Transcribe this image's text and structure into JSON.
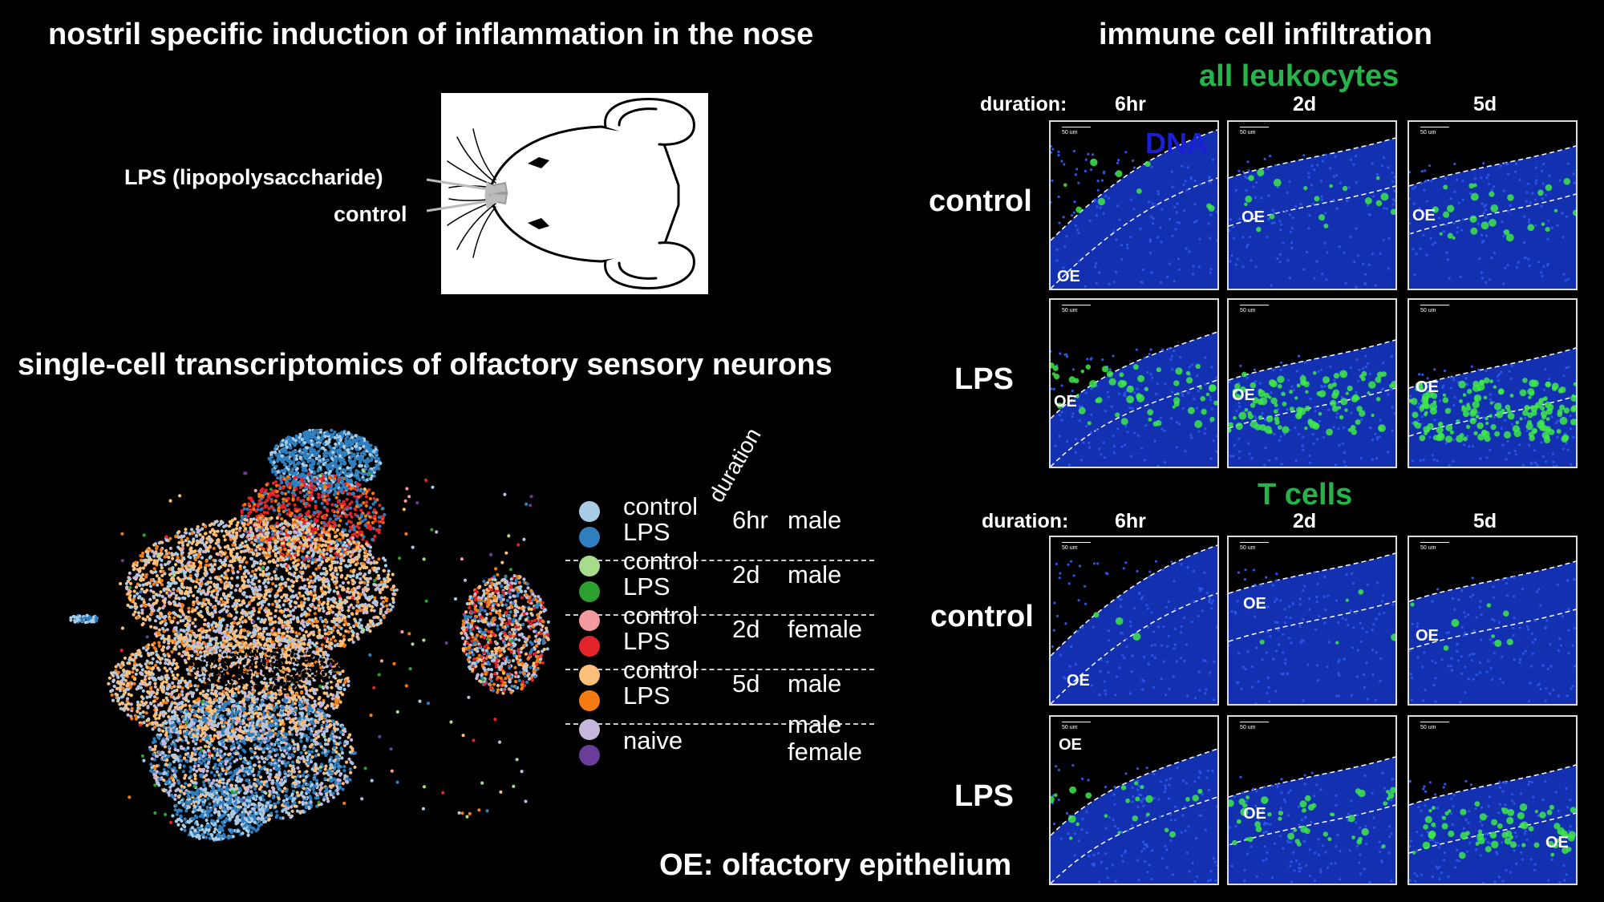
{
  "titles": {
    "induction": "nostril specific induction of inflammation in the nose",
    "transcriptomics": "single-cell transcriptomics of olfactory sensory neurons",
    "infiltration": "immune cell infiltration",
    "leukocytes": "all leukocytes",
    "tcells": "T cells",
    "oe_def": "OE: olfactory epithelium"
  },
  "mouse": {
    "lps_label": "LPS (lipopolysaccharide)",
    "control_label": "control"
  },
  "panels": {
    "duration_label": "duration:",
    "durations": [
      "6hr",
      "2d",
      "5d"
    ],
    "row_control": "control",
    "row_lps": "LPS",
    "dna_label": "DNA",
    "oe": "OE",
    "scale": "50 um"
  },
  "legend": {
    "duration_header": "duration",
    "groups": [
      {
        "items": [
          {
            "label": "control",
            "color": "#a8cce6"
          },
          {
            "label": "LPS",
            "color": "#2f7fbf"
          }
        ],
        "duration": "6hr",
        "sex": "male"
      },
      {
        "items": [
          {
            "label": "control",
            "color": "#a6dc8c"
          },
          {
            "label": "LPS",
            "color": "#2ea02f"
          }
        ],
        "duration": "2d",
        "sex": "male"
      },
      {
        "items": [
          {
            "label": "control",
            "color": "#f59aa0"
          },
          {
            "label": "LPS",
            "color": "#e3232a"
          }
        ],
        "duration": "2d",
        "sex": "female"
      },
      {
        "items": [
          {
            "label": "control",
            "color": "#fdc07a"
          },
          {
            "label": "LPS",
            "color": "#f47b12"
          }
        ],
        "duration": "5d",
        "sex": "male"
      },
      {
        "items": [
          {
            "label": "naive",
            "color": "#c6b6dc"
          },
          {
            "label": "",
            "color": "#6a3d9a"
          }
        ],
        "duration": "",
        "sex": "male",
        "sex2": "female"
      }
    ]
  }
}
